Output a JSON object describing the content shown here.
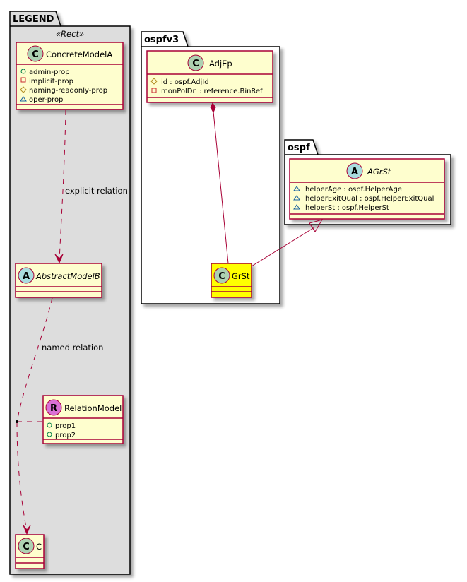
{
  "colors": {
    "class_fill": "#FEFECE",
    "class_border": "#A80036",
    "highlight_fill": "#FFFF00",
    "package_legend_fill": "#DDDDDD",
    "package_fill": "#FFFFFF",
    "edge": "#A80036",
    "spot_class": "#ADD1B2",
    "spot_abstract": "#A9DCDF",
    "spot_relation": "#DA70D6",
    "vis_public": "#038048",
    "vis_private": "#C82930",
    "vis_protected": "#B38D22",
    "vis_package": "#1963A0"
  },
  "packages": {
    "legend": {
      "name": "LEGEND",
      "stereotype": "«Rect»"
    },
    "ospfv3": {
      "name": "ospfv3"
    },
    "ospf": {
      "name": "ospf"
    }
  },
  "classes": {
    "concrete_model_a": {
      "name": "ConcreteModelA",
      "spot": "C",
      "attributes": [
        {
          "visibility": "public",
          "text": "admin-prop"
        },
        {
          "visibility": "private",
          "text": "implicit-prop"
        },
        {
          "visibility": "protected",
          "text": "naming-readonly-prop"
        },
        {
          "visibility": "package",
          "text": "oper-prop"
        }
      ]
    },
    "abstract_model_b": {
      "name": "AbstractModelB",
      "spot": "A",
      "abstract": true
    },
    "relation_model": {
      "name": "RelationModel",
      "spot": "R",
      "attributes": [
        {
          "visibility": "public",
          "text": "prop1"
        },
        {
          "visibility": "public",
          "text": "prop2"
        }
      ]
    },
    "c": {
      "name": "C",
      "spot": "C"
    },
    "adj_ep": {
      "name": "AdjEp",
      "spot": "C",
      "attributes": [
        {
          "visibility": "protected",
          "text": "id : ospf.AdjId"
        },
        {
          "visibility": "private",
          "text": "monPolDn : reference.BinRef"
        }
      ]
    },
    "gr_st": {
      "name": "GrSt",
      "spot": "C",
      "highlighted": true
    },
    "a_gr_st": {
      "name": "AGrSt",
      "spot": "A",
      "abstract": true,
      "attributes": [
        {
          "visibility": "package",
          "text": "helperAge : ospf.HelperAge"
        },
        {
          "visibility": "package",
          "text": "helperExitQual : ospf.HelperExitQual"
        },
        {
          "visibility": "package",
          "text": "helperSt : ospf.HelperSt"
        }
      ]
    }
  },
  "relations": [
    {
      "from": "ConcreteModelA",
      "to": "AbstractModelB",
      "type": "dependency",
      "label": "explicit relation"
    },
    {
      "from": "AbstractModelB",
      "to": "C",
      "type": "dependency",
      "label": "named relation",
      "association_class": "RelationModel"
    },
    {
      "from": "AdjEp",
      "to": "GrSt",
      "type": "composition",
      "label": ""
    },
    {
      "from": "GrSt",
      "to": "AGrSt",
      "type": "inheritance",
      "label": ""
    }
  ]
}
